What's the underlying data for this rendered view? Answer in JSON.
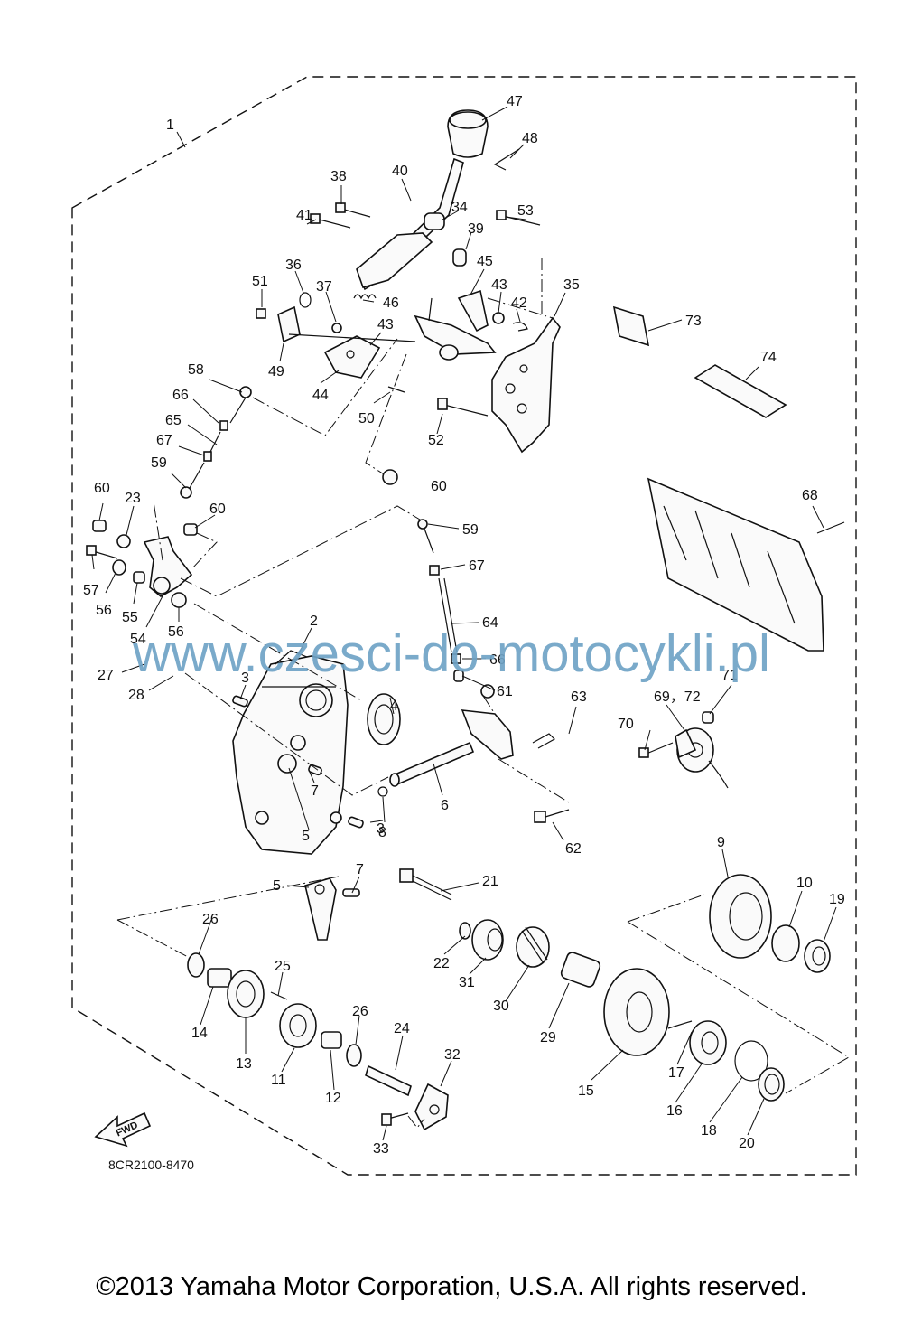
{
  "diagram": {
    "code": "8CR2100-8470",
    "fwd_label": "FWD",
    "watermark": "www.czesci-do-motocykli.pl",
    "copyright": "©2013 Yamaha Motor Corporation, U.S.A. All rights reserved.",
    "callouts": [
      "1",
      "2",
      "3",
      "3",
      "4",
      "5",
      "5",
      "6",
      "7",
      "7",
      "8",
      "9",
      "10",
      "11",
      "12",
      "13",
      "14",
      "15",
      "16",
      "17",
      "18",
      "19",
      "20",
      "21",
      "22",
      "23",
      "24",
      "25",
      "26",
      "26",
      "27",
      "28",
      "29",
      "30",
      "31",
      "32",
      "33",
      "34",
      "35",
      "36",
      "37",
      "38",
      "39",
      "40",
      "41",
      "42",
      "43",
      "43",
      "44",
      "45",
      "46",
      "47",
      "48",
      "49",
      "50",
      "51",
      "52",
      "53",
      "54",
      "55",
      "56",
      "56",
      "57",
      "58",
      "59",
      "59",
      "60",
      "60",
      "60",
      "61",
      "62",
      "63",
      "64",
      "65",
      "66",
      "66",
      "67",
      "67",
      "68",
      "69，72",
      "70",
      "71",
      "73",
      "74"
    ]
  }
}
